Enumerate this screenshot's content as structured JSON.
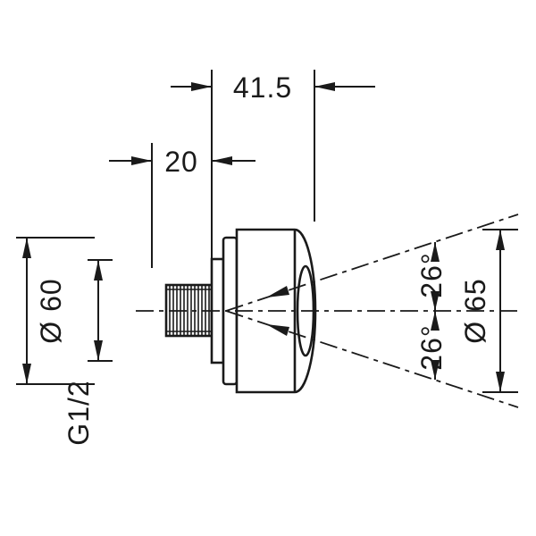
{
  "drawing": {
    "type": "technical-dimension-drawing",
    "colors": {
      "line": "#1a1a1a",
      "background": "#ffffff"
    },
    "labels": {
      "width_total": "41.5",
      "thread_length": "20",
      "diameter_left": "Ø 60",
      "thread_spec": "G1/2",
      "diameter_right": "Ø 65",
      "angle_upper": "26°",
      "angle_lower": "26°"
    }
  }
}
